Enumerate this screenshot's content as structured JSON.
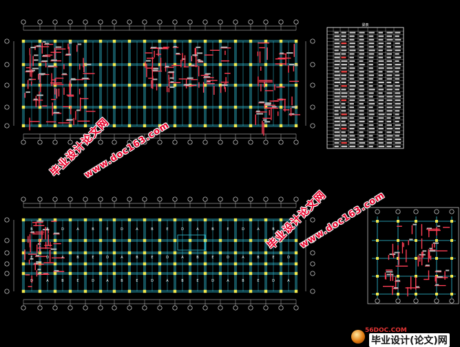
{
  "watermarks": {
    "brand": "毕业设计论文网",
    "site": "www.doc163.com"
  },
  "table": {
    "title": "梁表"
  },
  "bottom_plan": {
    "cell_labels": [
      "B",
      "E",
      "D",
      "A"
    ]
  },
  "footer": {
    "site": "56DOC.COM",
    "brand": "毕业设计(论文)网"
  },
  "colors": {
    "background": "#000000",
    "axis": "#e6e6e6",
    "beam": "#33c8e0",
    "rebar": "#ff3e55",
    "node": "#f4ea4e",
    "watermark": "#e8002a"
  }
}
